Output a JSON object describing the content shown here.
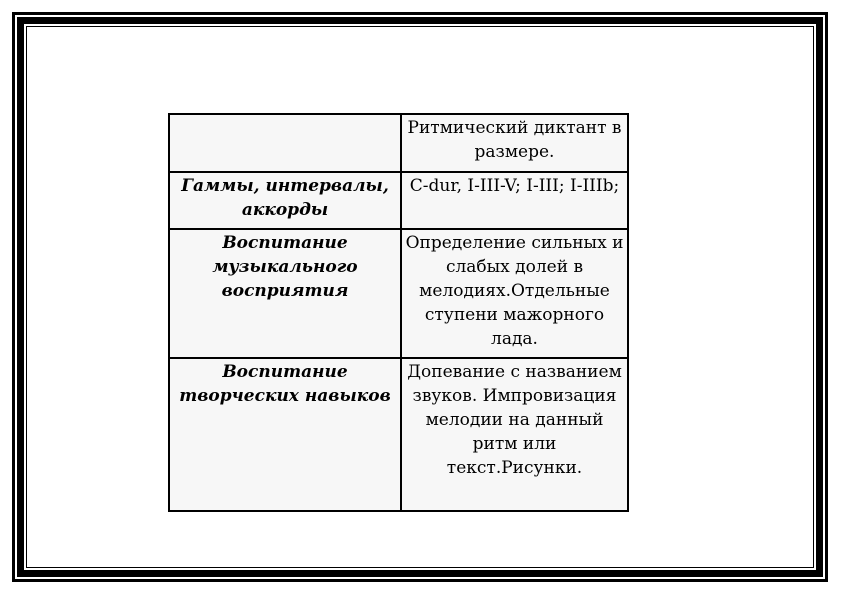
{
  "table": {
    "rows": [
      {
        "left": "",
        "right": "Ритмический диктант в размере."
      },
      {
        "left": "Гаммы, интервалы, аккорды",
        "right": "C-dur, I-III-V; I-III; I-IIIb;"
      },
      {
        "left": "Воспитание музыкального восприятия",
        "right": "Определение сильных и слабых долей в мелодиях.Отдельные ступени мажорного лада."
      },
      {
        "left": "Воспитание творческих навыков",
        "right": "Допевание с названием звуков. Импровизация мелодии на данный ритм или текст.Рисунки."
      }
    ]
  }
}
